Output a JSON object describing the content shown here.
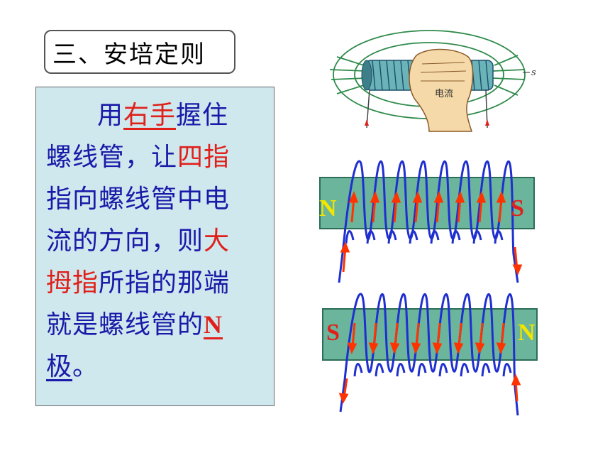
{
  "title": "三、安培定则",
  "rule": {
    "line1_indent": "用",
    "line1_red": "右手",
    "line1_end": "握住",
    "line2_a": "螺线管，让",
    "line2_red": "四指",
    "line3": "指向螺线管中电",
    "line4_a": "流的方向，则",
    "line4_red": "大",
    "line5_red": "拇指",
    "line5_b": "所指的那端",
    "line6_a": "就是螺线管的",
    "line6_n": "N",
    "line7_u": "极",
    "line7_end": "。"
  },
  "hand_figure": {
    "current_label": "电流",
    "pole_label": "s"
  },
  "coil_top": {
    "left_pole": "N",
    "right_pole": "S",
    "left_color": "#f2e600",
    "right_color": "#e0201a"
  },
  "coil_bottom": {
    "left_pole": "S",
    "right_pole": "N",
    "left_color": "#e0201a",
    "right_color": "#f2e600"
  },
  "colors": {
    "rule_bg": "#cfe8ee",
    "rule_text": "#1a1aa8",
    "highlight": "#e0201a",
    "coil_bar": "#6bb59c",
    "wire": "#1f2fd0"
  }
}
